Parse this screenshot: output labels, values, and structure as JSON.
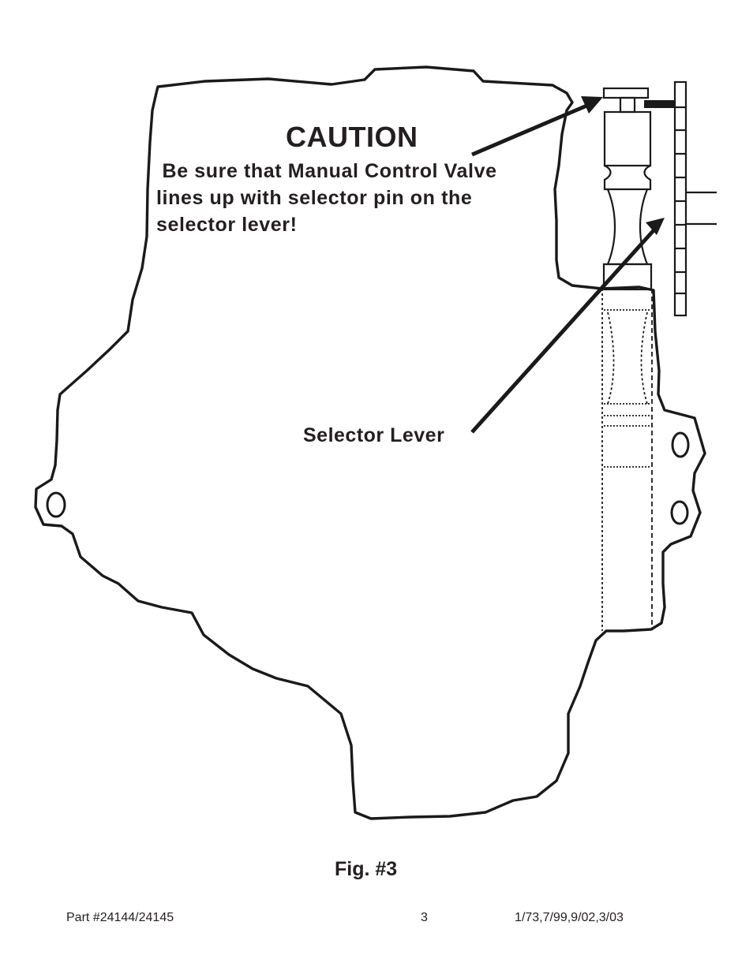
{
  "caution": {
    "title": "CAUTION",
    "line1": " Be sure that Manual Control Valve",
    "line2": "lines up with selector pin on the",
    "line3": "selector lever!"
  },
  "labels": {
    "selector_lever": "Selector Lever"
  },
  "figure_caption": "Fig. #3",
  "footer": {
    "part": "Part #24144/24145",
    "page": "3",
    "revisions": "1/73,7/99,9/02,3/03"
  }
}
